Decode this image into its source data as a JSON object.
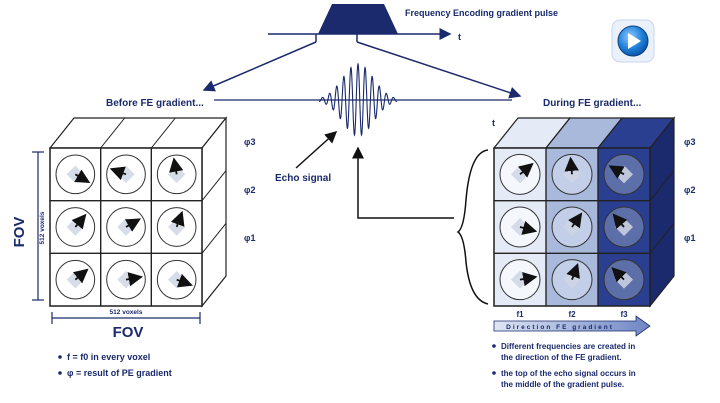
{
  "pulse": {
    "title": "Frequency Encoding gradient pulse",
    "t_label": "t"
  },
  "signal": {
    "t_label": "t",
    "echo_label": "Echo signal"
  },
  "left_panel": {
    "title": "Before FE gradient...",
    "fov_x": "FOV",
    "fov_y": "FOV",
    "voxels_x": "512 voxels",
    "voxels_y": "512 voxels",
    "phi_labels": [
      "φ3",
      "φ2",
      "φ1"
    ],
    "bullets": [
      "f = f0 in every voxel",
      "φ = result of PE gradient"
    ]
  },
  "right_panel": {
    "title": "During FE gradient...",
    "phi_labels": [
      "φ3",
      "φ2",
      "φ1"
    ],
    "freq_labels": [
      "f1",
      "f2",
      "f3"
    ],
    "direction_label": "Direction FE gradient",
    "bullets": [
      [
        "Different frequencies are created in",
        "the direction of the FE gradient."
      ],
      [
        "the top of the echo signal occurs in",
        "the middle of the gradient pulse."
      ]
    ]
  },
  "play_button": {
    "icon": "play-icon"
  },
  "colors": {
    "navy": "#1a2a6c",
    "grid_line": "#222222",
    "col1": "#e4ebf6",
    "col2": "#a9b9dc",
    "col3": "#2a3f8f",
    "play_blue": "#1565c0"
  }
}
